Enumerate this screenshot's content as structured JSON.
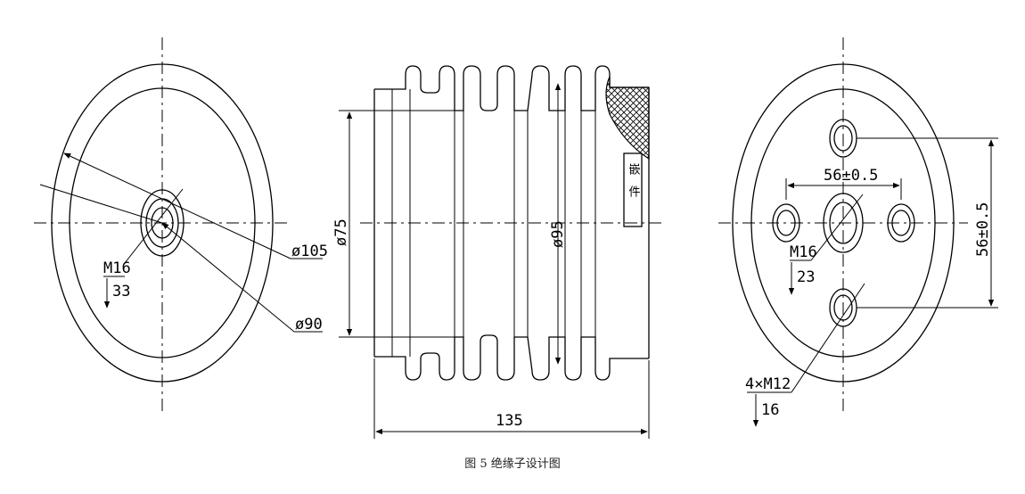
{
  "caption": "图 5 绝缘子设计图",
  "left_view": {
    "dia_outer": "ø105",
    "dia_inner": "ø90",
    "thread": "M16",
    "thread_depth": "33"
  },
  "middle_view": {
    "dia_small": "ø75",
    "dia_large": "ø95",
    "length": "135",
    "vertical_label": "嵌件"
  },
  "right_view": {
    "spacing_h": "56±0.5",
    "spacing_v": "56±0.5",
    "center_thread": "M16",
    "center_depth": "23",
    "bolt_thread": "4×M12",
    "bolt_depth": "16"
  }
}
